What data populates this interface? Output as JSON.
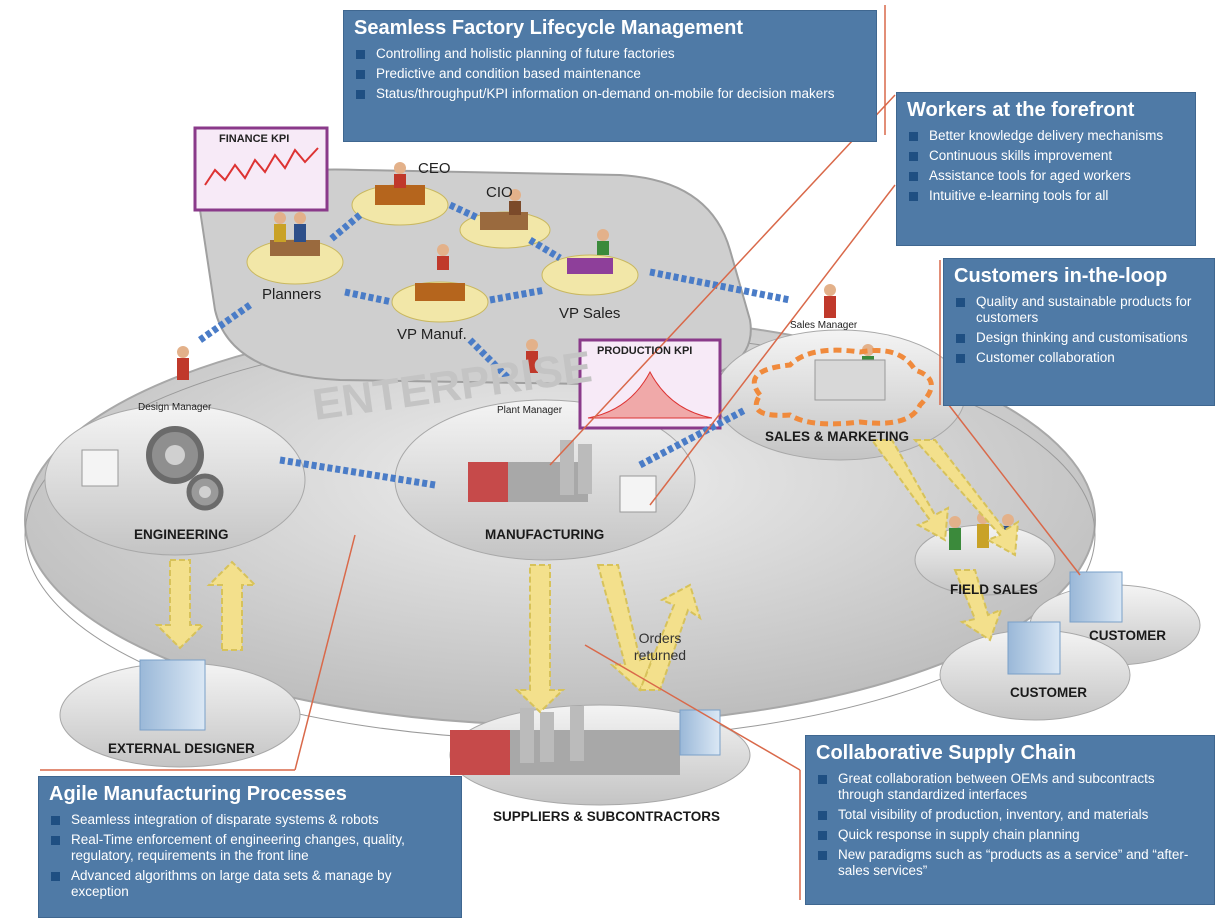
{
  "boxes": {
    "factory": {
      "title": "Seamless Factory Lifecycle Management",
      "items": [
        "Controlling and holistic planning of future factories",
        "Predictive and condition based maintenance",
        "Status/throughput/KPI information on-demand on-mobile for decision makers"
      ]
    },
    "workers": {
      "title": "Workers at the forefront",
      "items": [
        "Better knowledge delivery mechanisms",
        "Continuous skills improvement",
        "Assistance tools for aged workers",
        "Intuitive e-learning tools for all"
      ]
    },
    "customers": {
      "title": "Customers in-the-loop",
      "items": [
        "Quality and sustainable products for customers",
        "Design thinking and customisations",
        "Customer collaboration"
      ]
    },
    "supply": {
      "title": "Collaborative Supply Chain",
      "items": [
        "Great collaboration between OEMs and subcontracts through standardized interfaces",
        "Total visibility of production, inventory, and materials",
        "Quick response in supply chain planning",
        "New paradigms such as “products as a service” and “after-sales services”"
      ]
    },
    "agile": {
      "title": "Agile Manufacturing Processes",
      "items": [
        "Seamless integration of disparate systems & robots",
        "Real-Time enforcement of engineering changes,  quality, regulatory,  requirements in the front line",
        "Advanced algorithms on large data sets & manage by exception"
      ]
    }
  },
  "labels": {
    "finance_kpi": "FINANCE KPI",
    "production_kpi": "PRODUCTION KPI",
    "ceo": "CEO",
    "cio": "CIO",
    "planners": "Planners",
    "vp_manuf": "VP Manuf.",
    "vp_sales": "VP Sales",
    "sales_manager": "Sales Manager",
    "design_manager": "Design Manager",
    "plant_manager": "Plant Manager",
    "enterprise": "ENTERPRISE",
    "engineering": "ENGINEERING",
    "manufacturing": "MANUFACTURING",
    "sales_marketing": "SALES & MARKETING",
    "field_sales": "FIELD SALES",
    "customer_1": "CUSTOMER",
    "customer_2": "CUSTOMER",
    "external_designer": "EXTERNAL DESIGNER",
    "suppliers": "SUPPLIERS & SUBCONTRACTORS",
    "orders_returned": "Orders returned"
  },
  "colors": {
    "box_fill": "#4f7aa6",
    "box_bullet": "#1f4f82",
    "platform": "#d6d6d6",
    "flow_arrow": "#f3e08c",
    "link_arrow": "#4a7cc7",
    "callout_line": "#d9694a",
    "orange_cloud": "#f08a3c"
  }
}
